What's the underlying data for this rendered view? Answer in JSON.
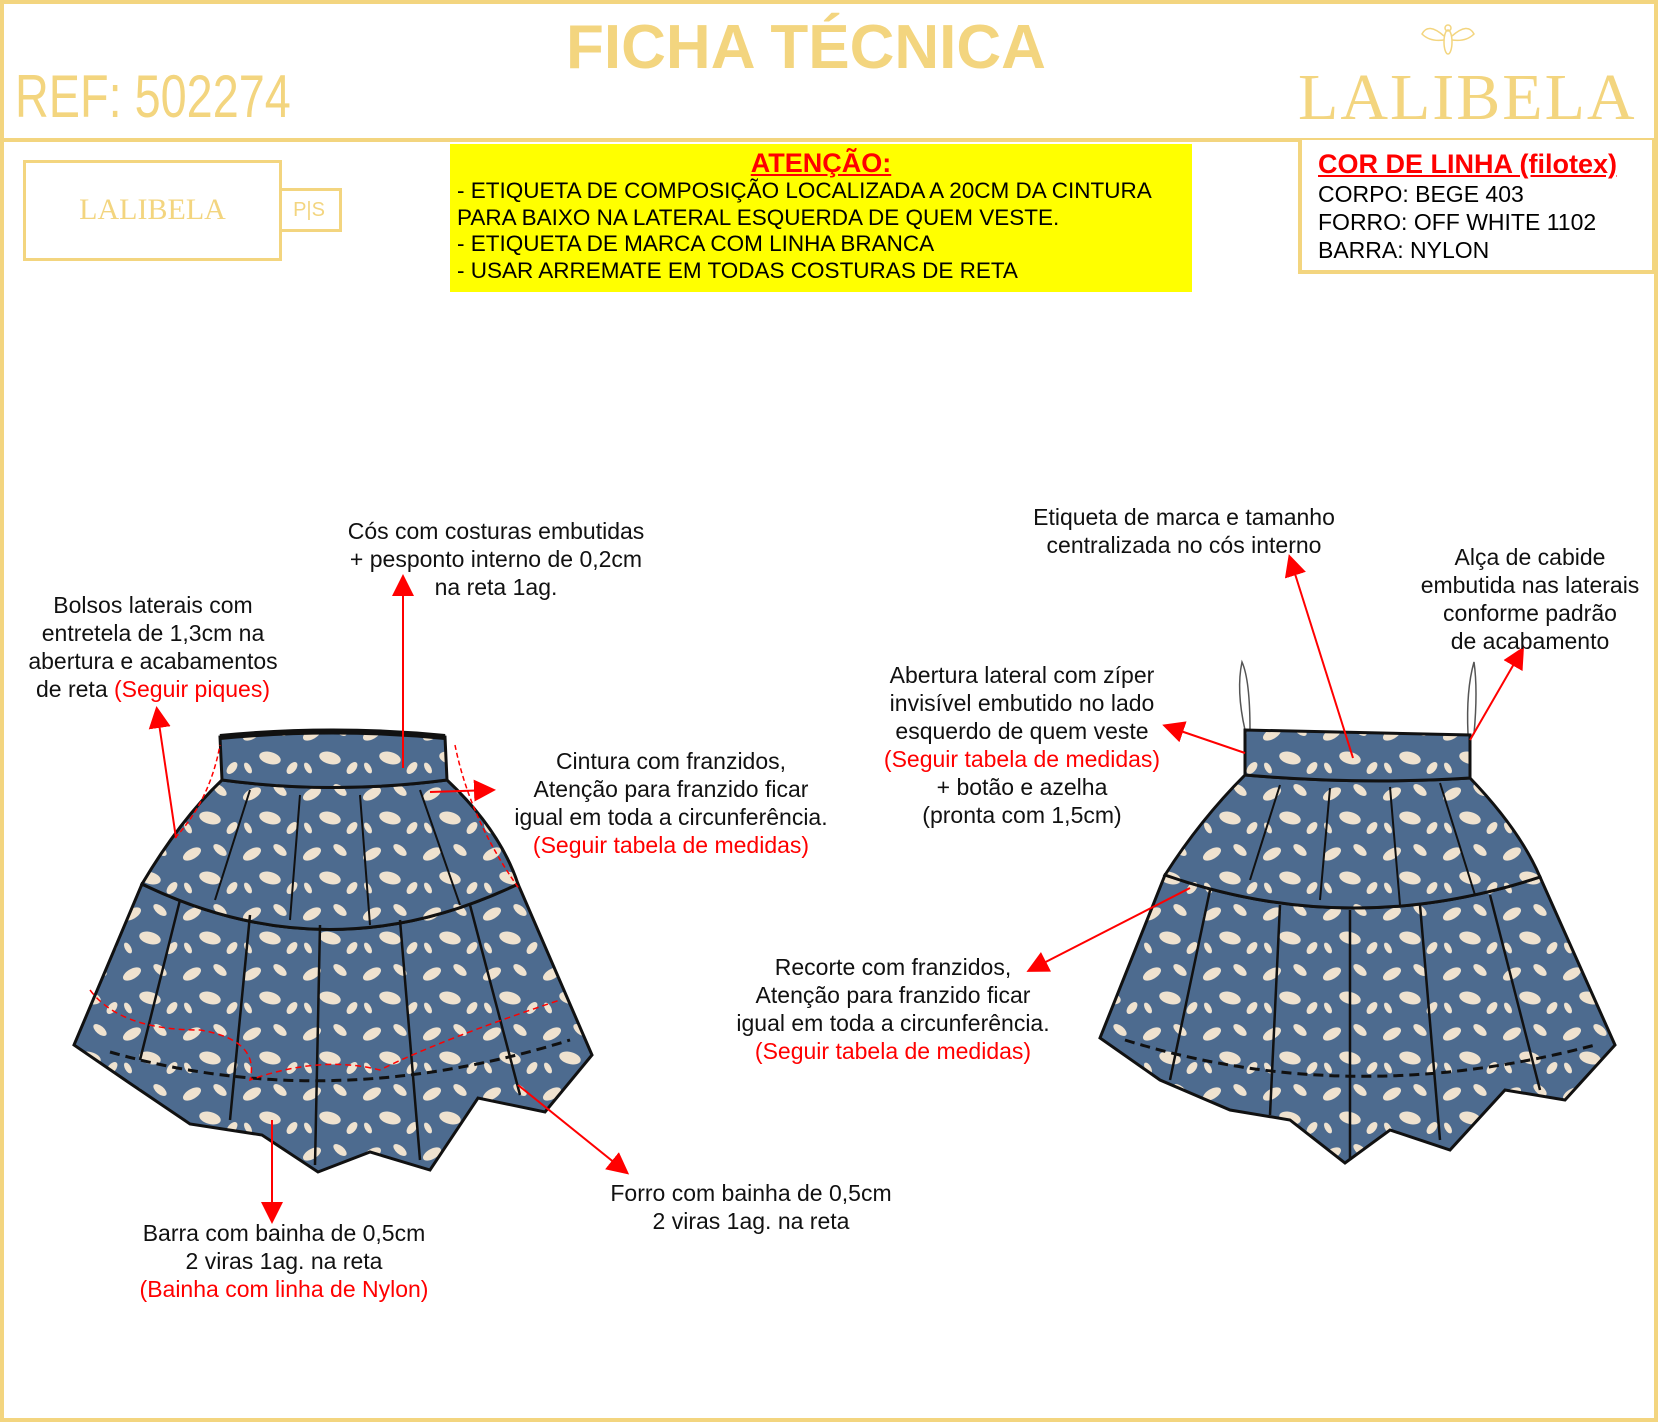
{
  "header": {
    "title": "FICHA TÉCNICA",
    "ref": "REF: 502274",
    "brand": "LALIBELA"
  },
  "label": {
    "brand": "LALIBELA",
    "size": "P|S"
  },
  "attention": {
    "title": "ATENÇÃO:",
    "lines": [
      "- ETIQUETA DE COMPOSIÇÃO LOCALIZADA A 20CM DA CINTURA",
      "PARA BAIXO NA LATERAL ESQUERDA DE QUEM VESTE.",
      "- ETIQUETA DE MARCA COM LINHA BRANCA",
      "- USAR ARREMATE EM TODAS COSTURAS DE RETA"
    ]
  },
  "thread": {
    "title": "COR DE LINHA (filotex)",
    "lines": [
      "CORPO: BEGE 403",
      "FORRO: OFF WHITE 1102",
      "BARRA: NYLON"
    ]
  },
  "notes": {
    "cos": [
      "Cós com costuras embutidas",
      "+ pesponto interno de 0,2cm",
      "na reta 1ag."
    ],
    "bolsos": [
      "Bolsos laterais com",
      "entretela de 1,3cm na",
      "abertura e acabamentos",
      "de reta ",
      "(Seguir piques)"
    ],
    "cintura": [
      "Cintura com franzidos,",
      "Atenção para franzido ficar",
      "igual em toda a circunferência.",
      "(Seguir tabela de medidas)"
    ],
    "forro": [
      "Forro com bainha de 0,5cm",
      "2 viras 1ag. na reta"
    ],
    "barra": [
      "Barra com bainha de 0,5cm",
      "2 viras 1ag. na reta",
      "(Bainha com linha de Nylon)"
    ],
    "etiqueta": [
      "Etiqueta de marca e tamanho",
      "centralizada no cós interno"
    ],
    "alca": [
      "Alça de cabide",
      "embutida nas laterais",
      "conforme padrão",
      "de acabamento"
    ],
    "abertura": [
      "Abertura lateral com  zíper",
      "invisível embutido no lado",
      "esquerdo de quem veste",
      "(Seguir tabela de medidas)",
      "+ botão e azelha",
      "(pronta com 1,5cm)"
    ],
    "recorte": [
      "Recorte com franzidos,",
      "Atenção para franzido ficar",
      "igual em toda a circunferência.",
      "(Seguir tabela de medidas)"
    ]
  },
  "colors": {
    "border": "#f3d57f",
    "attention_bg": "#ffff00",
    "annotation": "#ff0000",
    "fabric_blue": "#4d6b8f",
    "fabric_cream": "#efe2cf"
  }
}
